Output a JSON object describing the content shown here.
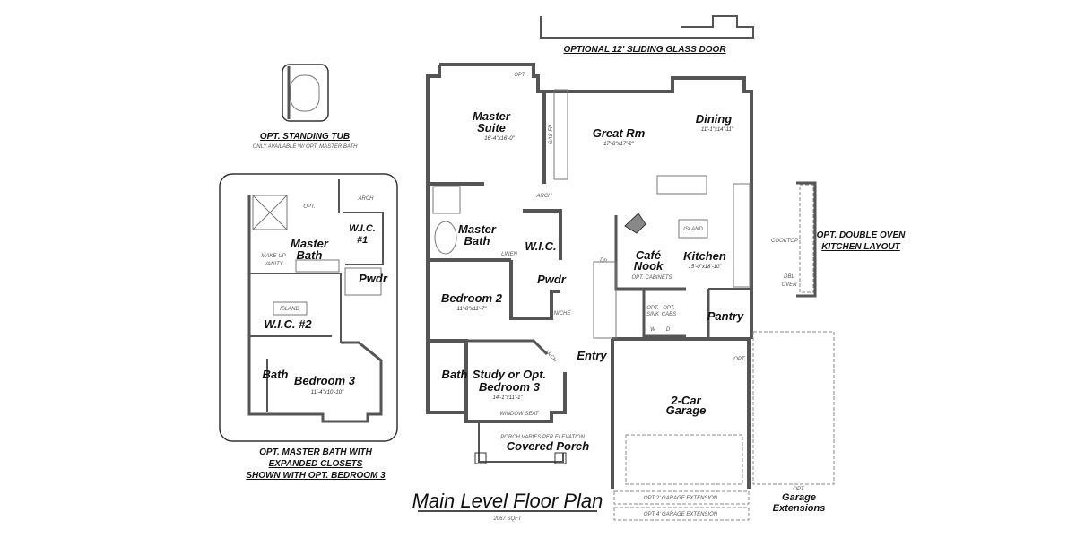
{
  "title": {
    "main": "Main Level Floor Plan",
    "sqft": "2067 SQFT"
  },
  "captions": {
    "sliding_door": "OPTIONAL 12' SLIDING GLASS DOOR",
    "standing_tub": "OPT. STANDING TUB",
    "standing_tub_note": "ONLY AVAILABLE W/ OPT. MASTER BATH",
    "master_bath_option": [
      "OPT. MASTER BATH WITH",
      "EXPANDED CLOSETS",
      "SHOWN WITH OPT. BEDROOM 3"
    ],
    "double_oven": [
      "OPT. DOUBLE OVEN",
      "KITCHEN LAYOUT"
    ],
    "garage_ext": [
      "OPT.",
      "Garage",
      "Extensions"
    ]
  },
  "rooms": {
    "master_suite": {
      "name": [
        "Master",
        "Suite"
      ],
      "dims": "16'-4\"x16'-0\""
    },
    "great_rm": {
      "name": "Great Rm",
      "dims": "17'-8\"x17'-2\""
    },
    "dining": {
      "name": "Dining",
      "dims": "11'-1\"x14'-11\""
    },
    "master_bath": {
      "name": [
        "Master",
        "Bath"
      ]
    },
    "wic": {
      "name": "W.I.C."
    },
    "cafe_nook": {
      "name": [
        "Café",
        "Nook"
      ]
    },
    "kitchen": {
      "name": "Kitchen",
      "dims": "15'-0\"x18'-10\""
    },
    "pwdr": {
      "name": "Pwdr"
    },
    "bedroom2": {
      "name": "Bedroom 2",
      "dims": "11'-8\"x11'-7\""
    },
    "pantry": {
      "name": "Pantry"
    },
    "entry": {
      "name": "Entry"
    },
    "bath": {
      "name": "Bath"
    },
    "study": {
      "name": [
        "Study or Opt.",
        "Bedroom 3"
      ],
      "dims": "14'-1\"x11'-1\""
    },
    "garage": {
      "name": [
        "2-Car",
        "Garage"
      ]
    },
    "porch": {
      "name": "Covered Porch",
      "note": "PORCH VARIES PER ELEVATION"
    }
  },
  "notes": {
    "opt": "OPT.",
    "gas_fp": "GAS FP",
    "arch": "ARCH",
    "linen": "LINEN",
    "island": "ISLAND",
    "dn": "Dn",
    "opt_cabinets": "OPT. CABINETS",
    "niche": "NICHE",
    "opt_sink": [
      "OPT.",
      "SINK"
    ],
    "opt_cabs": [
      "OPT.",
      "CABS"
    ],
    "washer": "W",
    "dryer": "D",
    "window_seat": "WINDOW SEAT",
    "garage_ext_2": "OPT 2' GARAGE EXTENSION",
    "garage_ext_4": "OPT 4' GARAGE EXTENSION",
    "cooktop": "COOKTOP",
    "dbl_oven": [
      "DBL",
      "OVEN"
    ]
  },
  "inset": {
    "master_bath": [
      "Master",
      "Bath"
    ],
    "wic1": [
      "W.I.C.",
      "#1"
    ],
    "makeup": [
      "MAKE-UP",
      "VANITY"
    ],
    "pwdr": "Pwdr",
    "island": "ISLAND",
    "wic2": "W.I.C. #2",
    "bath": "Bath",
    "bedroom3": "Bedroom 3",
    "bedroom3_dims": "11'-4\"x10'-10\"",
    "arch": "ARCH",
    "opt": "OPT."
  }
}
